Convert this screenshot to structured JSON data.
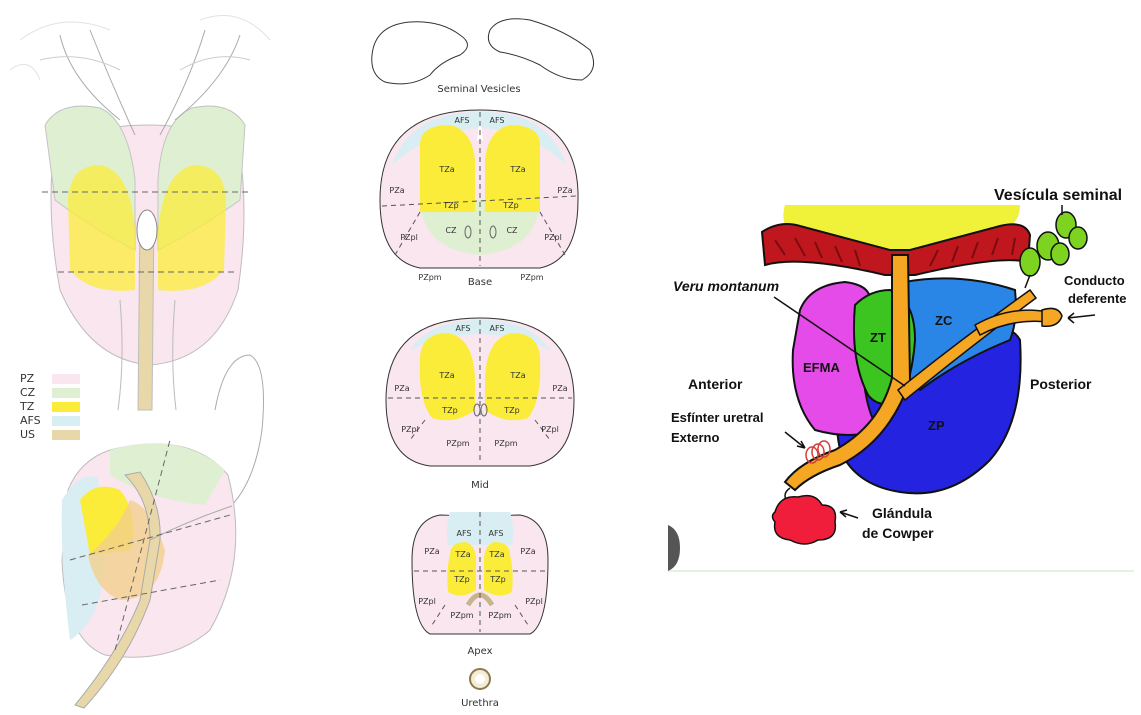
{
  "legend": {
    "items": [
      {
        "label": "PZ",
        "color": "#f9e6ee"
      },
      {
        "label": "CZ",
        "color": "#dff0d2"
      },
      {
        "label": "TZ",
        "color": "#fbec3a"
      },
      {
        "label": "AFS",
        "color": "#d8eef3"
      },
      {
        "label": "US",
        "color": "#e8d7a9"
      }
    ]
  },
  "sections": {
    "seminal_vesicles": "Seminal Vesicles",
    "base": {
      "caption": "Base",
      "labels": {
        "afs_left": "AFS",
        "afs_right": "AFS",
        "tza_left": "TZa",
        "tza_right": "TZa",
        "tzp_left": "TZp",
        "tzp_right": "TZp",
        "cz_left": "CZ",
        "cz_right": "CZ",
        "pza_left": "PZa",
        "pza_right": "PZa",
        "pzpl_left": "PZpl",
        "pzpl_right": "PZpl",
        "pzpm_left": "PZpm",
        "pzpm_right": "PZpm"
      }
    },
    "mid": {
      "caption": "Mid",
      "labels": {
        "afs_left": "AFS",
        "afs_right": "AFS",
        "tza_left": "TZa",
        "tza_right": "TZa",
        "tzp_left": "TZp",
        "tzp_right": "TZp",
        "pza_left": "PZa",
        "pza_right": "PZa",
        "pzpl_left": "PZpl",
        "pzpl_right": "PZpl",
        "pzpm_left": "PZpm",
        "pzpm_right": "PZpm"
      }
    },
    "apex": {
      "caption": "Apex",
      "labels": {
        "afs_left": "AFS",
        "afs_right": "AFS",
        "tza_left": "TZa",
        "tza_right": "TZa",
        "tzp_left": "TZp",
        "tzp_right": "TZp",
        "pza_left": "PZa",
        "pza_right": "PZa",
        "pzpl_left": "PZpl",
        "pzpl_right": "PZpl",
        "pzpm_left": "PZpm",
        "pzpm_right": "PZpm"
      }
    },
    "urethra": "Urethra"
  },
  "sagittal": {
    "labels": {
      "vesicula": "Vesícula seminal",
      "veru": "Veru montanum",
      "conducto": "Conducto",
      "deferente": "deferente",
      "anterior": "Anterior",
      "posterior": "Posterior",
      "esfinter1": "Esfínter uretral",
      "esfinter2": "Externo",
      "glandula1": "Glándula",
      "glandula2": "de Cowper",
      "zt": "ZT",
      "zc": "ZC",
      "efma": "EFMA",
      "zp": "ZP"
    },
    "colors": {
      "zp": "#2323e0",
      "zc": "#2a86e6",
      "zt": "#3cc421",
      "efma": "#e44be8",
      "urethra": "#f5a623",
      "bladder_wall": "#c0161e",
      "bladder_top": "#f0f23a",
      "cowper": "#f01e3a",
      "vesicle": "#7ed321"
    }
  }
}
